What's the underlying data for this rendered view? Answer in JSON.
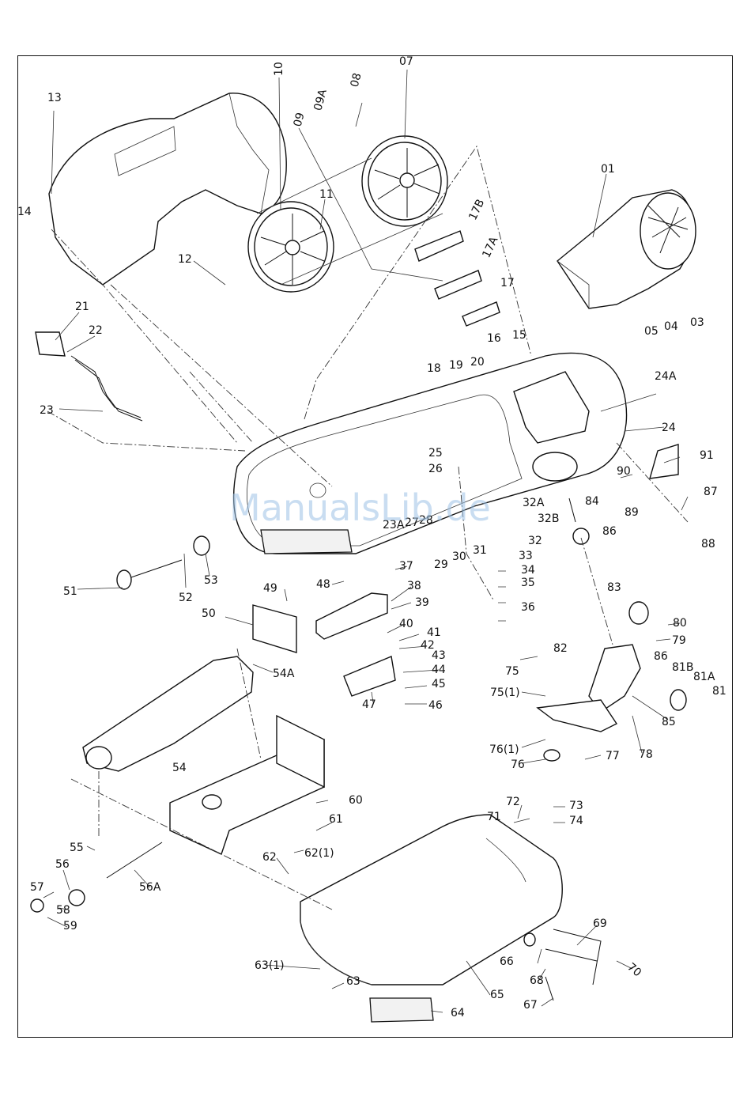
{
  "watermark": "ManualsLib.de",
  "parts": [
    {
      "id": "13"
    },
    {
      "id": "14"
    },
    {
      "id": "10"
    },
    {
      "id": "09A"
    },
    {
      "id": "08"
    },
    {
      "id": "07"
    },
    {
      "id": "09"
    },
    {
      "id": "11"
    },
    {
      "id": "12"
    },
    {
      "id": "17B"
    },
    {
      "id": "17A"
    },
    {
      "id": "17"
    },
    {
      "id": "16"
    },
    {
      "id": "15"
    },
    {
      "id": "18"
    },
    {
      "id": "19"
    },
    {
      "id": "20"
    },
    {
      "id": "01"
    },
    {
      "id": "05"
    },
    {
      "id": "04"
    },
    {
      "id": "03"
    },
    {
      "id": "21"
    },
    {
      "id": "22"
    },
    {
      "id": "23"
    },
    {
      "id": "24A"
    },
    {
      "id": "24"
    },
    {
      "id": "91"
    },
    {
      "id": "90"
    },
    {
      "id": "89"
    },
    {
      "id": "87"
    },
    {
      "id": "88"
    },
    {
      "id": "84"
    },
    {
      "id": "86"
    },
    {
      "id": "25"
    },
    {
      "id": "26"
    },
    {
      "id": "27"
    },
    {
      "id": "28"
    },
    {
      "id": "32A"
    },
    {
      "id": "32B"
    },
    {
      "id": "32"
    },
    {
      "id": "31"
    },
    {
      "id": "23A"
    },
    {
      "id": "29"
    },
    {
      "id": "30"
    },
    {
      "id": "33"
    },
    {
      "id": "34"
    },
    {
      "id": "35"
    },
    {
      "id": "36"
    },
    {
      "id": "51"
    },
    {
      "id": "52"
    },
    {
      "id": "53"
    },
    {
      "id": "49"
    },
    {
      "id": "48"
    },
    {
      "id": "37"
    },
    {
      "id": "38"
    },
    {
      "id": "39"
    },
    {
      "id": "40"
    },
    {
      "id": "41"
    },
    {
      "id": "42"
    },
    {
      "id": "43"
    },
    {
      "id": "44"
    },
    {
      "id": "45"
    },
    {
      "id": "46"
    },
    {
      "id": "47"
    },
    {
      "id": "50"
    },
    {
      "id": "54A"
    },
    {
      "id": "54"
    },
    {
      "id": "83"
    },
    {
      "id": "80"
    },
    {
      "id": "79"
    },
    {
      "id": "82"
    },
    {
      "id": "75"
    },
    {
      "id": "75(1)"
    },
    {
      "id": "86"
    },
    {
      "id": "81B"
    },
    {
      "id": "81A"
    },
    {
      "id": "81"
    },
    {
      "id": "85"
    },
    {
      "id": "78"
    },
    {
      "id": "76(1)"
    },
    {
      "id": "76"
    },
    {
      "id": "77"
    },
    {
      "id": "60"
    },
    {
      "id": "61"
    },
    {
      "id": "62"
    },
    {
      "id": "62(1)"
    },
    {
      "id": "72"
    },
    {
      "id": "73"
    },
    {
      "id": "74"
    },
    {
      "id": "71"
    },
    {
      "id": "55"
    },
    {
      "id": "56"
    },
    {
      "id": "56A"
    },
    {
      "id": "57"
    },
    {
      "id": "58"
    },
    {
      "id": "59"
    },
    {
      "id": "69"
    },
    {
      "id": "66"
    },
    {
      "id": "70"
    },
    {
      "id": "68"
    },
    {
      "id": "67"
    },
    {
      "id": "63(1)"
    },
    {
      "id": "63"
    },
    {
      "id": "65"
    },
    {
      "id": "64"
    }
  ]
}
